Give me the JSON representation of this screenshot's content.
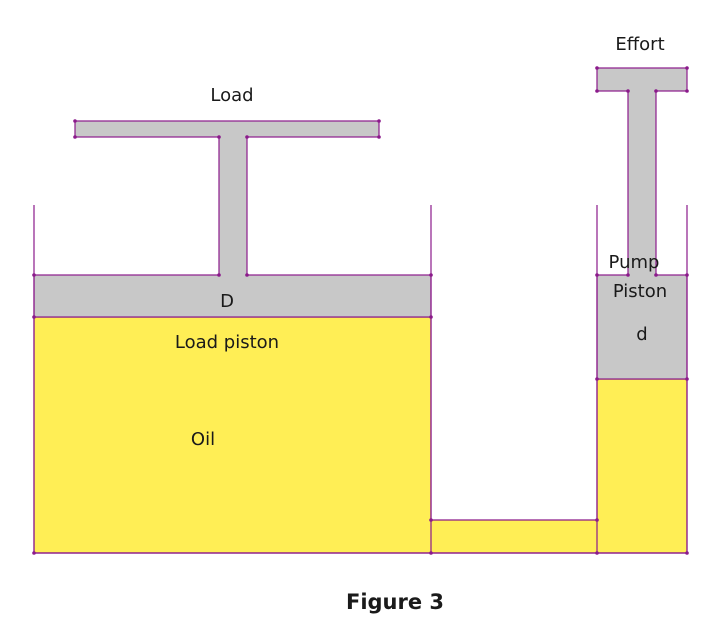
{
  "labels": {
    "load": "Load",
    "effort": "Effort",
    "large_diameter": "D",
    "load_piston": "Load piston",
    "oil": "Oil",
    "pump_line1": "Pump",
    "pump_line2": "Piston",
    "small_diameter": "d"
  },
  "caption": "Figure 3",
  "colors": {
    "oil": "#ffee55",
    "piston": "#c8c8c8",
    "outline": "#8b1a8b",
    "background": "#ffffff"
  }
}
